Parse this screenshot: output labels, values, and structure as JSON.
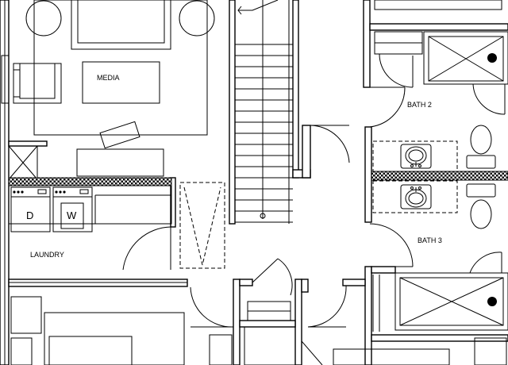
{
  "rooms": {
    "media": "MEDIA",
    "bath2": "BATH 2",
    "bath3": "BATH 3",
    "laundry": "LAUNDRY"
  },
  "appliances": {
    "dryer": "D",
    "washer": "W"
  }
}
